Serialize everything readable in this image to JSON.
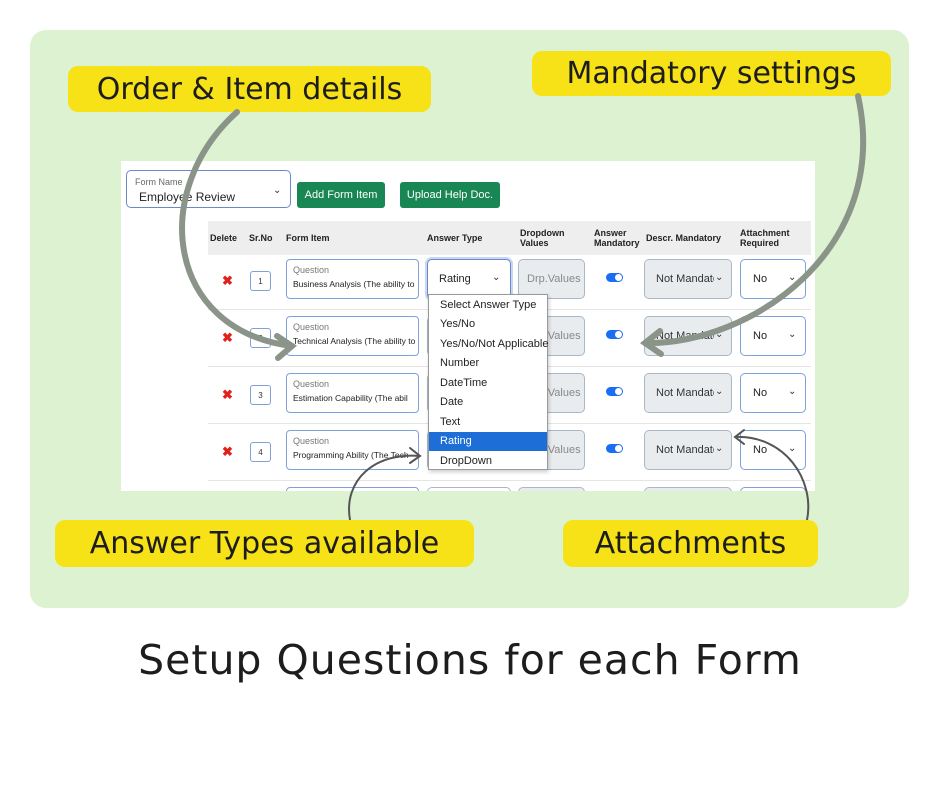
{
  "callouts": {
    "order": "Order & Item details",
    "mandatory": "Mandatory  settings",
    "answer_types": "Answer Types available",
    "attachments": "Attachments"
  },
  "caption": "Setup Questions for each Form",
  "form": {
    "name_label": "Form Name",
    "name_value": "Employee Review",
    "add_button": "Add Form Item",
    "upload_button": "Upload Help Doc."
  },
  "table": {
    "headers": [
      "Delete",
      "Sr.No",
      "Form Item",
      "Answer Type",
      "Dropdown Values",
      "Answer Mandatory",
      "Descr. Mandatory",
      "Attachment Required"
    ],
    "rows": [
      {
        "srno": "1",
        "label": "Question",
        "value": "Business Analysis (The ability to",
        "answer": "Rating",
        "dropdown": "Drp.Values",
        "descr": "Not Mandatory",
        "attach": "No"
      },
      {
        "srno": "2",
        "label": "Question",
        "value": "Technical Analysis (The ability to",
        "answer": "",
        "dropdown": "Drp.Values",
        "descr": "Not Mandatory",
        "attach": "No"
      },
      {
        "srno": "3",
        "label": "Question",
        "value": "Estimation Capability (The abil",
        "answer": "",
        "dropdown": "Drp.Values",
        "descr": "Not Mandatory",
        "attach": "No"
      },
      {
        "srno": "4",
        "label": "Question",
        "value": "Programming Ability (The Tech",
        "answer": "",
        "dropdown": "Drp.Values",
        "descr": "Not Mandatory",
        "attach": "No"
      }
    ]
  },
  "answer_type_options": [
    "Select Answer Type",
    "Yes/No",
    "Yes/No/Not Applicable",
    "Number",
    "DateTime",
    "Date",
    "Text",
    "Rating",
    "DropDown"
  ],
  "answer_type_selected": "Rating",
  "icons": {
    "delete": "close-icon",
    "chevron": "chevron-down-icon"
  },
  "colors": {
    "panel": "#dcf2d0",
    "callout": "#f7e217",
    "button": "#198754",
    "toggle": "#1a6ef5",
    "delete": "#e0211c",
    "arrow": "#8a9488"
  }
}
